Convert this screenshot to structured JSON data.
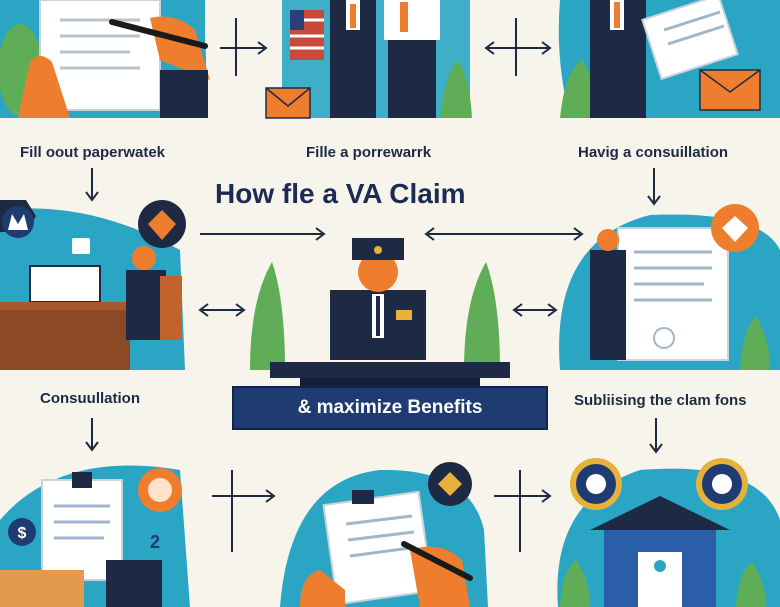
{
  "title": "How fle a VA Claim",
  "banner": "& maximize Benefits",
  "steps": {
    "top_left": "Fill oout paperwatek",
    "top_center": "Fille a porrewarrk",
    "top_right": "Havig a consuillation",
    "mid_left": "Consuullation",
    "mid_right": "Subliising the clam fons"
  },
  "icons": {
    "mail_badge": "“”",
    "number_badge": "2",
    "dollar_badge": "$"
  },
  "colors": {
    "navy": "#1e2a44",
    "teal": "#2aa6c4",
    "orange": "#ef7d2e",
    "green": "#5fae57",
    "background": "#f7f4ec"
  }
}
